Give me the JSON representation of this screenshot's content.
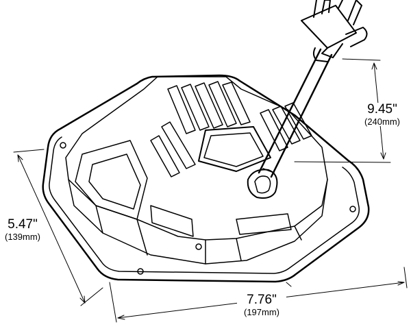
{
  "dimensions": {
    "depth": {
      "inches": "9.45\"",
      "mm": "(240mm)"
    },
    "height": {
      "inches": "5.47\"",
      "mm": "(139mm)"
    },
    "width": {
      "inches": "7.76\"",
      "mm": "(197mm)"
    }
  }
}
